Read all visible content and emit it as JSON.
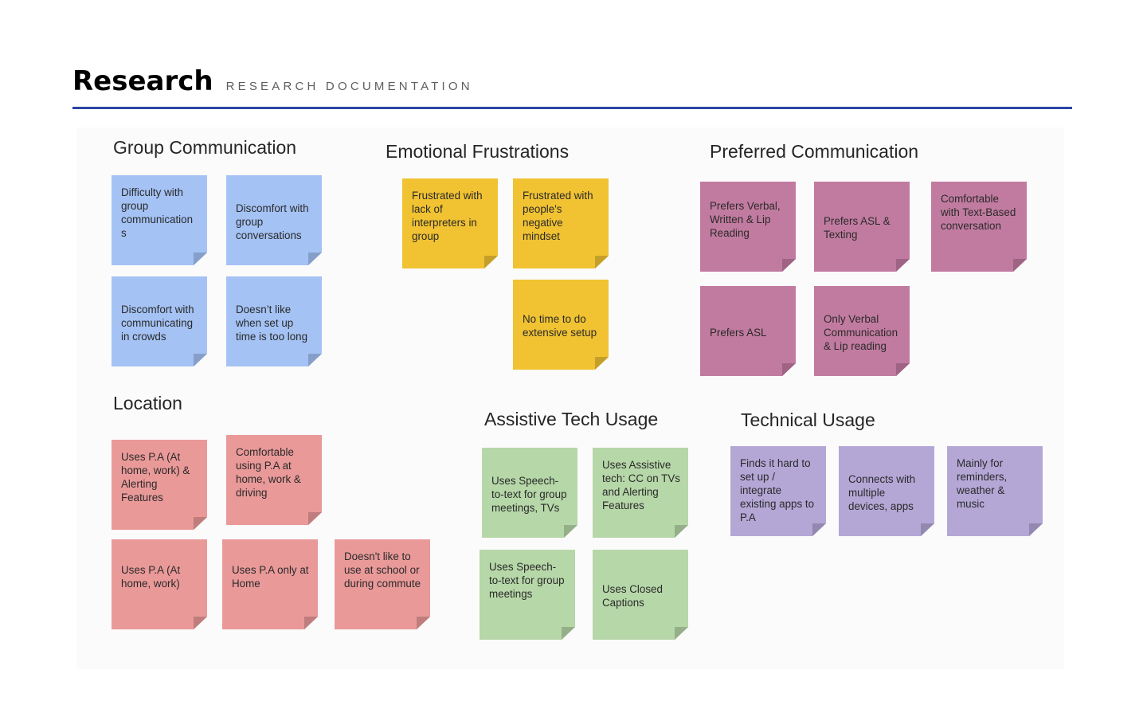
{
  "header": {
    "title": "Research",
    "subtitle": "RESEARCH DOCUMENTATION"
  },
  "colors": {
    "rule": "#2b44a6",
    "blue": "#a4c2f4",
    "yellow": "#f1c232",
    "magenta": "#c27ba0",
    "red": "#ea9999",
    "green": "#b6d7a8",
    "purple": "#b4a7d6"
  },
  "groups": {
    "group_communication": {
      "title": "Group Communication",
      "notes": [
        "Difficulty with group communication s",
        "Discomfort with group conversations",
        "Discomfort with communicating in crowds",
        "Doesn’t like when set up time is too long"
      ]
    },
    "emotional_frustrations": {
      "title": "Emotional Frustrations",
      "notes": [
        "Frustrated with lack of interpreters in group",
        "Frustrated with people's negative mindset",
        "No time to do extensive setup"
      ]
    },
    "preferred_communication": {
      "title": "Preferred Communication",
      "notes": [
        "Prefers Verbal, Written & Lip Reading",
        "Prefers ASL & Texting",
        "Comfortable with Text-Based conversation",
        "Prefers ASL",
        "Only Verbal Communication & Lip reading"
      ]
    },
    "location": {
      "title": "Location",
      "notes": [
        "Uses P.A (At home, work) & Alerting Features",
        "Comfortable using P.A at home, work & driving",
        "Uses P.A (At home, work)",
        "Uses P.A only at Home",
        "Doesn't like to use at school or during commute"
      ]
    },
    "assistive_tech_usage": {
      "title": "Assistive Tech Usage",
      "notes": [
        "Uses Speech-to-text for group meetings, TVs",
        "Uses Assistive tech: CC on TVs and Alerting Features",
        "Uses Speech-to-text for group meetings",
        "Uses Closed Captions"
      ]
    },
    "technical_usage": {
      "title": "Technical Usage",
      "notes": [
        "Finds it hard to set up / integrate existing apps to P.A",
        "Connects with multiple devices, apps",
        "Mainly for reminders, weather & music"
      ]
    }
  }
}
